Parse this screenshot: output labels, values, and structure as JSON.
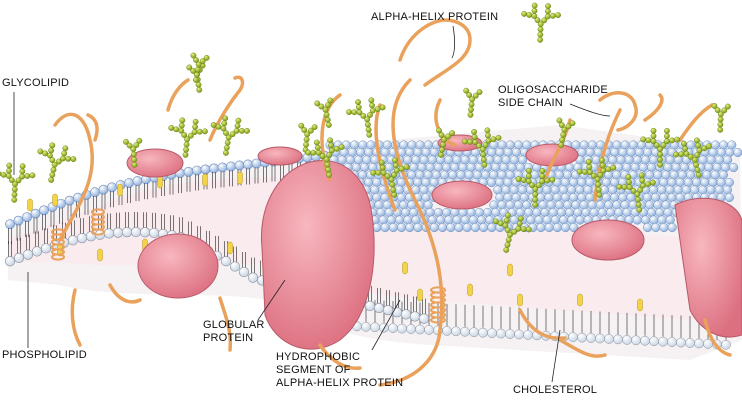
{
  "labels": {
    "glycolipid": "GLYCOLIPID",
    "alpha_helix_protein": "ALPHA-HELIX PROTEIN",
    "oligosaccharide_line1": "OLIGOSACCHARIDE",
    "oligosaccharide_line2": "SIDE CHAIN",
    "phospholipid": "PHOSPHOLIPID",
    "globular_line1": "GLOBULAR",
    "globular_line2": "PROTEIN",
    "hydrophobic_line1": "HYDROPHOBIC",
    "hydrophobic_line2": "SEGMENT OF",
    "hydrophobic_line3": "ALPHA-HELIX PROTEIN",
    "cholesterol": "CHOLESTEROL"
  },
  "colors": {
    "lipid_head_top": "#b9cde8",
    "lipid_head_bottom": "#ffffff",
    "lipid_tail": "#222222",
    "cholesterol": "#f3d34a",
    "protein": "#ef8f9c",
    "protein_dark": "#d66b7b",
    "helix": "#e9a15b",
    "sugar": "#b6d43a",
    "sugar_dark": "#6f8a16"
  }
}
